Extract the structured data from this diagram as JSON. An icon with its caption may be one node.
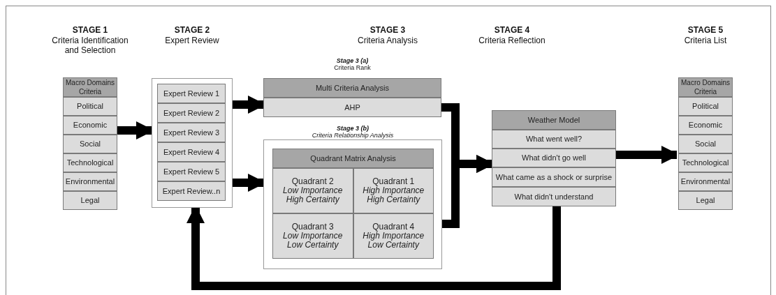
{
  "diagram": {
    "nodes": [
      {
        "text": [
          "Macro Domains Criteria",
          "Political",
          "Economic",
          "Social",
          "Technological",
          "Environmental",
          "Legal"
        ]
      },
      {
        "text": [
          "Expert Review 1",
          "Expert Review 2",
          "Expert Review 3",
          "Expert Review 4",
          "Expert Review 5",
          "Expert Review..n"
        ]
      },
      {
        "text": [
          "Stage 3 (a)",
          "Criteria Rank",
          "Multi Criteria Analysis",
          "AHP"
        ]
      },
      {
        "text": [
          "Stage 3 (b)",
          "Criteria Relationship Analysis",
          "Quadrant Matrix Analysis",
          "Quadrant 2",
          "Low Importance High Certainty",
          "Quadrant 1",
          "High Importance High Certainty",
          "Quadrant 3",
          "Low Importance Low Certainty",
          "Quadrant 4",
          "High Importance Low Certainty"
        ]
      },
      {
        "text": [
          "Weather Model",
          "What went well?",
          "What didn't go well",
          "What came as a shock or surprise",
          "What didn't understand"
        ]
      },
      {
        "text": [
          "Macro Domains Criteria",
          "Political",
          "Economic",
          "Social",
          "Technological",
          "Environmental",
          "Legal"
        ]
      }
    ],
    "edges": [
      {
        "from": 0,
        "to": 1,
        "arrow": "to"
      },
      {
        "from": 1,
        "to": 2,
        "arrow": "to"
      },
      {
        "from": 1,
        "to": 3,
        "arrow": "to"
      },
      {
        "from": 2,
        "to": 4,
        "arrow": "to"
      },
      {
        "from": 3,
        "to": 4,
        "arrow": "to"
      },
      {
        "from": 4,
        "to": 5,
        "arrow": "to"
      },
      {
        "from": 4,
        "to": 1,
        "arrow": "to"
      }
    ],
    "labels": [
      "STAGE 1",
      "Criteria Identification and Selection",
      "STAGE 2",
      "Expert Review",
      "STAGE 3",
      "Criteria Analysis",
      "STAGE 4",
      "Criteria Reflection",
      "STAGE 5",
      "Criteria List"
    ]
  }
}
